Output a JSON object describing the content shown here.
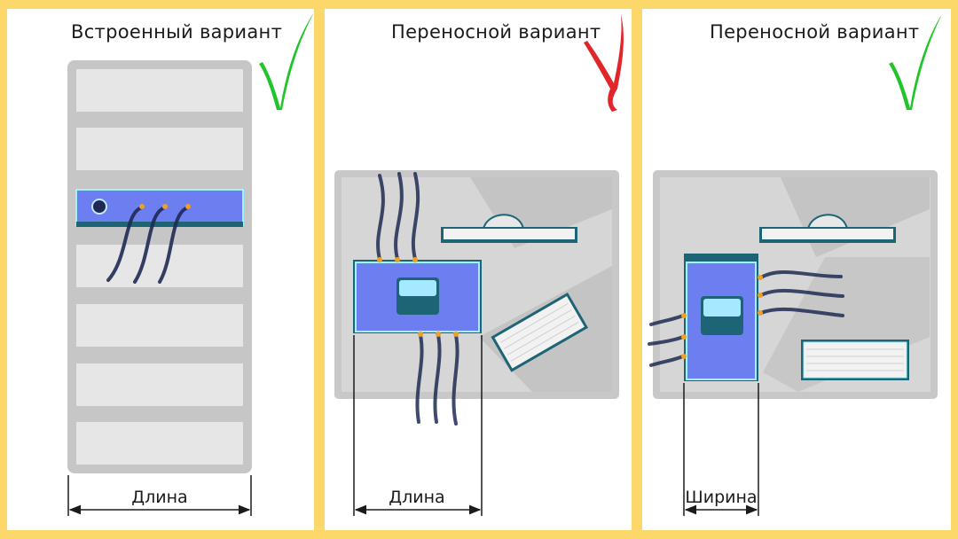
{
  "panels": [
    {
      "title": "Встроенный вариант",
      "verdict": "check-mark-icon",
      "verdict_color": "#21c42a",
      "dimension_label": "Длина"
    },
    {
      "title": "Переносной вариант",
      "verdict": "cross-mark-icon",
      "verdict_color": "#e0262b",
      "dimension_label": "Длина"
    },
    {
      "title": "Переносной вариант",
      "verdict": "check-mark-icon",
      "verdict_color": "#21c42a",
      "dimension_label": "Ширина"
    }
  ],
  "colors": {
    "background": "#fcd76a",
    "device_blue": "#6c7ef0",
    "device_teal": "#1d6476",
    "cable": "#1e2a52",
    "table_gray": "#c8c8c8"
  }
}
